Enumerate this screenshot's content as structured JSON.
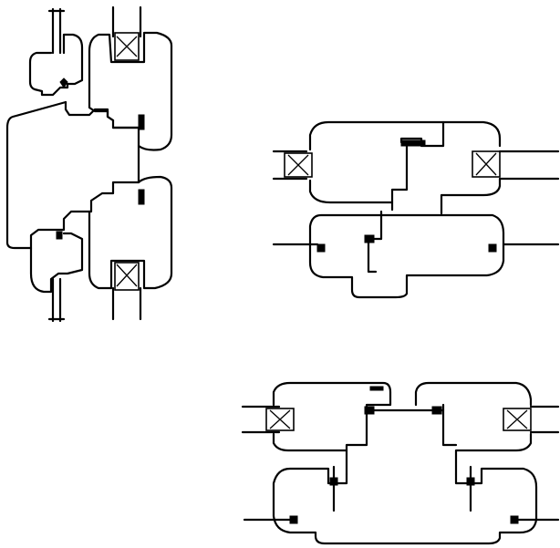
{
  "figure": {
    "drawings": [
      {
        "name": "vertical-section",
        "style": "line-drawing"
      },
      {
        "name": "horizontal-section-stepped",
        "style": "line-drawing"
      },
      {
        "name": "horizontal-section-double-sash",
        "style": "line-drawing"
      }
    ],
    "colors": {
      "ink": "#000000",
      "background": "#ffffff"
    }
  }
}
